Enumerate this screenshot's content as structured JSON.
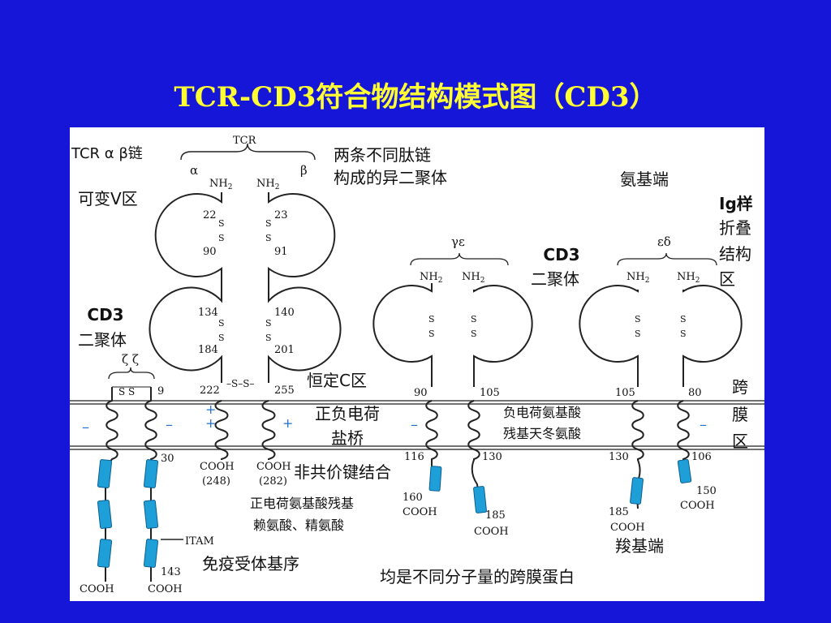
{
  "slide": {
    "title": "TCR-CD3符合物结构模式图（CD3）",
    "background": "#1616d8",
    "title_color": "#ffff33"
  },
  "annotations": {
    "tcr_ab_chain": "TCR α β链",
    "variable_v_region": "可变V区",
    "heterodimer_line1": "两条不同肽链",
    "heterodimer_line2": "构成的异二聚体",
    "amino_terminal": "氨基端",
    "ig_fold_line1": "Ig样",
    "ig_fold_line2": "折叠",
    "ig_fold_line3": "结构",
    "ig_fold_line4": "区",
    "cd3_dimer_left_line1": "CD3",
    "cd3_dimer_left_line2": "二聚体",
    "cd3_dimer_mid_line1": "CD3",
    "cd3_dimer_mid_line2": "二聚体",
    "constant_c_region": "恒定C区",
    "salt_bridge_line1": "正负电荷",
    "salt_bridge_line2": "盐桥",
    "transmembrane_line1": "跨",
    "transmembrane_line2": "膜",
    "transmembrane_line3": "区",
    "neg_residue_line1": "负电荷氨基酸",
    "neg_residue_line2": "残基天冬氨酸",
    "noncovalent": "非共价键结合",
    "pos_residue_line1": "正电荷氨基酸残基",
    "pos_residue_line2": "赖氨酸、精氨酸",
    "carboxyl_terminal": "羧基端",
    "itam_motif": "免疫受体基序",
    "different_mw": "均是不同分子量的跨膜蛋白"
  },
  "diagram": {
    "tcr": {
      "bracket_label": "TCR",
      "alpha": "α",
      "beta": "β",
      "nh2": "NH",
      "nh2_sub": "2",
      "alpha_residues": [
        "22",
        "90",
        "134",
        "184",
        "222"
      ],
      "beta_residues": [
        "23",
        "91",
        "140",
        "201",
        "255"
      ],
      "ss": "–S–S–",
      "s_mark": "S",
      "alpha_cooh": "COOH",
      "alpha_length": "(248)",
      "beta_cooh": "COOH",
      "beta_length": "(282)"
    },
    "zeta": {
      "label": "ζ ζ",
      "ss": "S  S",
      "res_9": "9",
      "res_30": "30",
      "res_143": "143",
      "itam": "ITAM",
      "cooh_left": "COOH",
      "cooh_right": "COOH"
    },
    "gamma_epsilon": {
      "label": "γε",
      "nh2": "NH",
      "nh2_sub": "2",
      "res_90": "90",
      "res_105": "105",
      "res_116": "116",
      "res_130": "130",
      "res_160": "160",
      "res_185": "185",
      "cooh_left": "COOH",
      "cooh_right": "COOH"
    },
    "epsilon_delta": {
      "label": "εδ",
      "nh2": "NH",
      "nh2_sub": "2",
      "res_105": "105",
      "res_80": "80",
      "res_130": "130",
      "res_106": "106",
      "res_185": "185",
      "res_150": "150",
      "cooh_left": "COOH",
      "cooh_right": "COOH"
    },
    "charges": {
      "plus": "+",
      "minus": "–"
    },
    "colors": {
      "itam": "#1f9fd8",
      "itam_stroke": "#0b5f90",
      "membrane": "#444444"
    }
  }
}
